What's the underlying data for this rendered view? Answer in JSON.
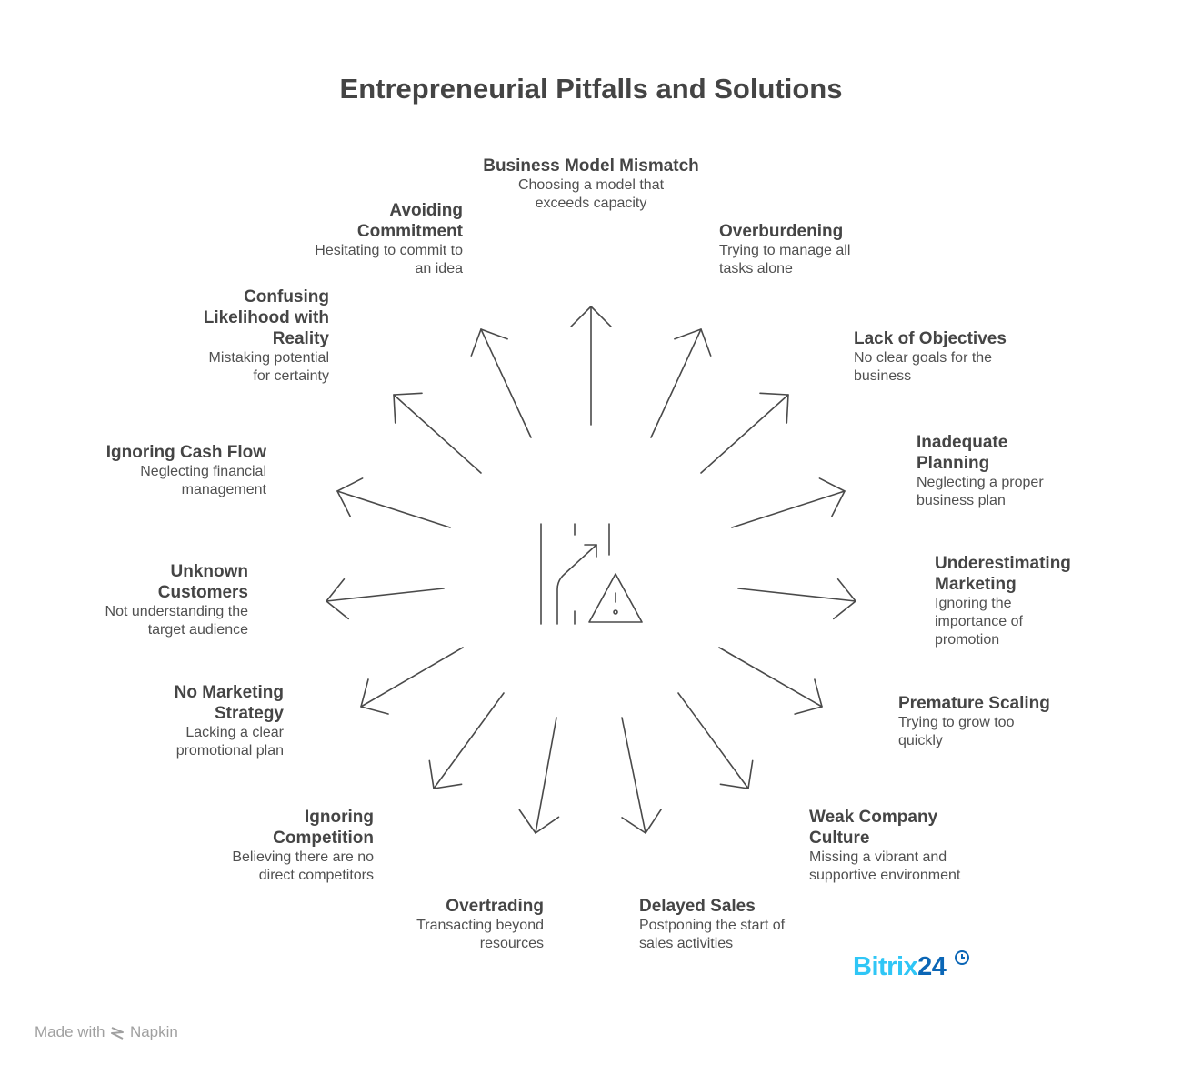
{
  "title": "Entrepreneurial Pitfalls and Solutions",
  "items": [
    {
      "title": "Business Model Mismatch",
      "desc": "Choosing a model that exceeds capacity"
    },
    {
      "title": "Overburdening",
      "desc": "Trying to manage all tasks alone"
    },
    {
      "title": "Lack of Objectives",
      "desc": "No clear goals for the business"
    },
    {
      "title": "Inadequate Planning",
      "desc": "Neglecting a proper business plan"
    },
    {
      "title": "Underestimating Marketing",
      "desc": "Ignoring the importance of promotion"
    },
    {
      "title": "Premature Scaling",
      "desc": "Trying to grow too quickly"
    },
    {
      "title": "Weak Company Culture",
      "desc": "Missing a vibrant and supportive environment"
    },
    {
      "title": "Delayed Sales",
      "desc": "Postponing the start of sales activities"
    },
    {
      "title": "Overtrading",
      "desc": "Transacting beyond resources"
    },
    {
      "title": "Ignoring Competition",
      "desc": "Believing there are no direct competitors"
    },
    {
      "title": "No Marketing Strategy",
      "desc": "Lacking a clear promotional plan"
    },
    {
      "title": "Unknown Customers",
      "desc": "Not understanding the target audience"
    },
    {
      "title": "Ignoring Cash Flow",
      "desc": "Neglecting financial management"
    },
    {
      "title": "Confusing Likelihood with Reality",
      "desc": "Mistaking potential for certainty"
    },
    {
      "title": "Avoiding Commitment",
      "desc": "Hesitating to commit to an idea"
    }
  ],
  "center_icon": "road-warning-icon",
  "footer": {
    "made_with": "Made with",
    "tool": "Napkin",
    "icon": "napkin-logo-icon"
  },
  "brand": {
    "part1": "Bitrix",
    "part2": "24",
    "icon": "clock-icon"
  },
  "colors": {
    "stroke": "#4a4a4a",
    "brand_light": "#2fc6f6",
    "brand_dark": "#0b66b6"
  }
}
